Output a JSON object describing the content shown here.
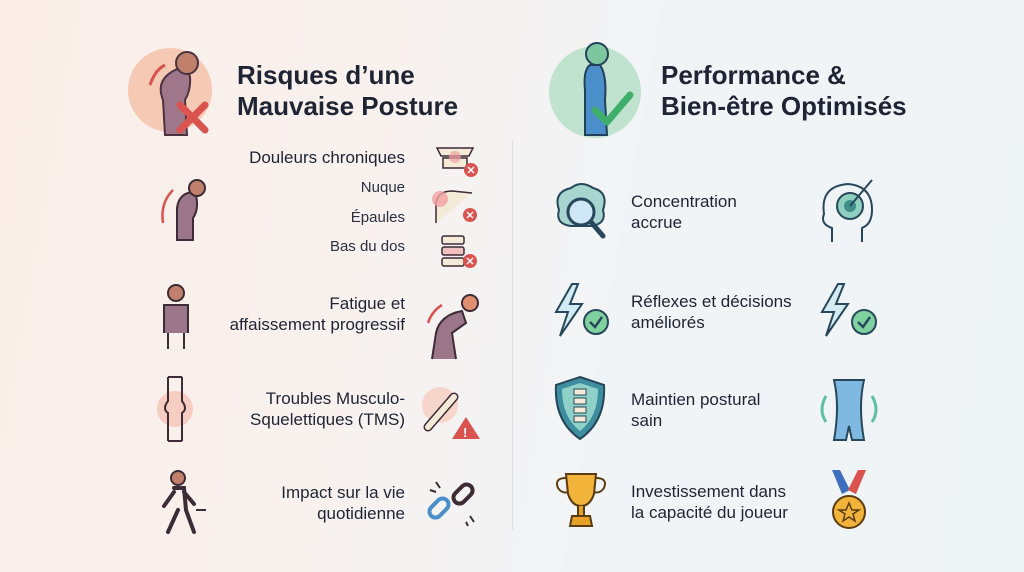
{
  "left": {
    "title_line1": "Risques d’une",
    "title_line2": "Mauvaise Posture",
    "items": [
      {
        "label": "Douleurs chroniques",
        "sub": [
          "Nuque",
          "Épaules",
          "Bas du dos"
        ]
      },
      {
        "label_line1": "Fatigue et",
        "label_line2": "affaissement progressif"
      },
      {
        "label_line1": "Troubles Musculo-",
        "label_line2": "Squelettiques (TMS)"
      },
      {
        "label_line1": "Impact sur la vie",
        "label_line2": "quotidienne"
      }
    ],
    "accent": "#d9534f"
  },
  "right": {
    "title_line1": "Performance &",
    "title_line2": "Bien-être Optimisés",
    "items": [
      {
        "label_line1": "Concentration",
        "label_line2": "accrue"
      },
      {
        "label_line1": "Réflexes et décisions",
        "label_line2": "améliorés"
      },
      {
        "label_line1": "Maintien postural",
        "label_line2": "sain"
      },
      {
        "label_line1": "Investissement dans",
        "label_line2": "la capacité du joueur"
      }
    ],
    "accent": "#3fae6a"
  }
}
